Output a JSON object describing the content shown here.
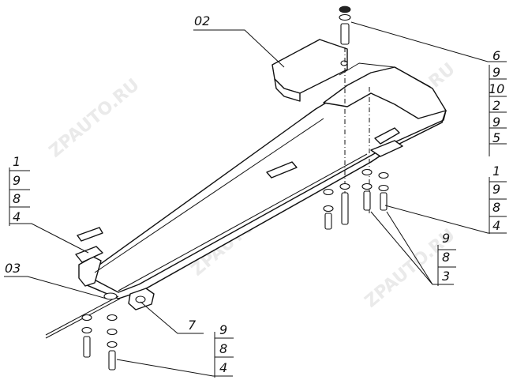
{
  "watermark": "ZPAUTO.RU",
  "callouts": {
    "part_02": "02",
    "part_03": "03",
    "part_7": "7",
    "top_right": [
      "6",
      "9",
      "10",
      "2",
      "9",
      "5"
    ],
    "right_mid": [
      "1",
      "9",
      "8",
      "4"
    ],
    "right_bolts": [
      "9",
      "8",
      "3"
    ],
    "left_top": [
      "1",
      "9",
      "8",
      "4"
    ],
    "bottom_mid": [
      "9",
      "8",
      "4"
    ]
  }
}
